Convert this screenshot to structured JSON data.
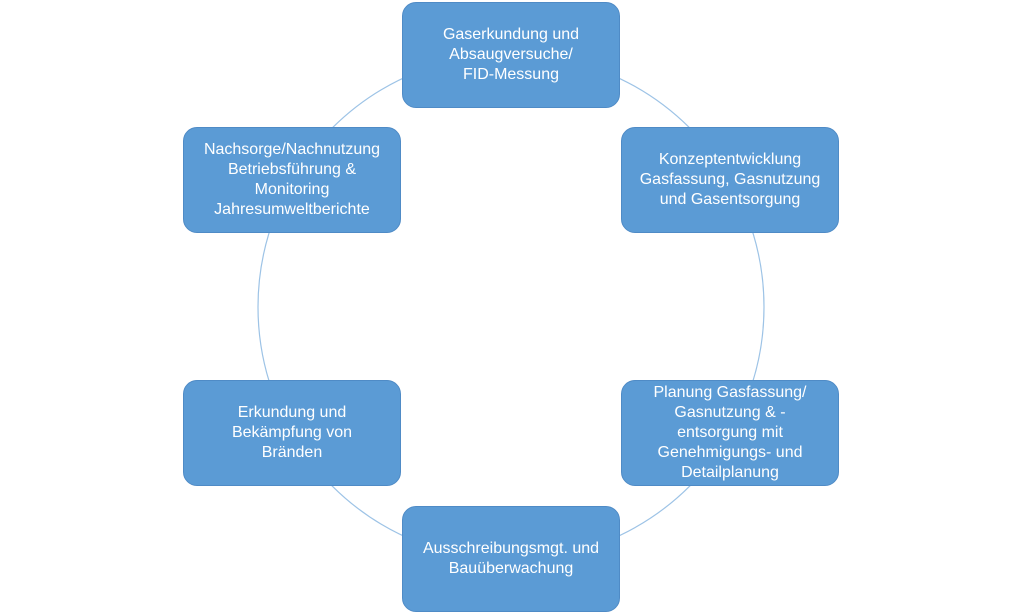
{
  "diagram": {
    "ring_color": "#9DC3E6",
    "node_color": "#5B9BD5",
    "text_color": "#FFFFFF",
    "nodes": [
      {
        "label": "Gaserkundung und\nAbsaugversuche/\nFID-Messung"
      },
      {
        "label": "Konzeptentwicklung\nGasfassung, Gasnutzung\nund Gasentsorgung"
      },
      {
        "label": "Planung Gasfassung/\nGasnutzung & -\nentsorgung  mit\nGenehmigungs- und\nDetailplanung"
      },
      {
        "label": "Ausschreibungsmgt. und\nBauüberwachung"
      },
      {
        "label": "Erkundung und\nBekämpfung von\nBränden"
      },
      {
        "label": "Nachsorge/Nachnutzung\nBetriebsführung &\nMonitoring\nJahresumweltberichte"
      }
    ]
  }
}
